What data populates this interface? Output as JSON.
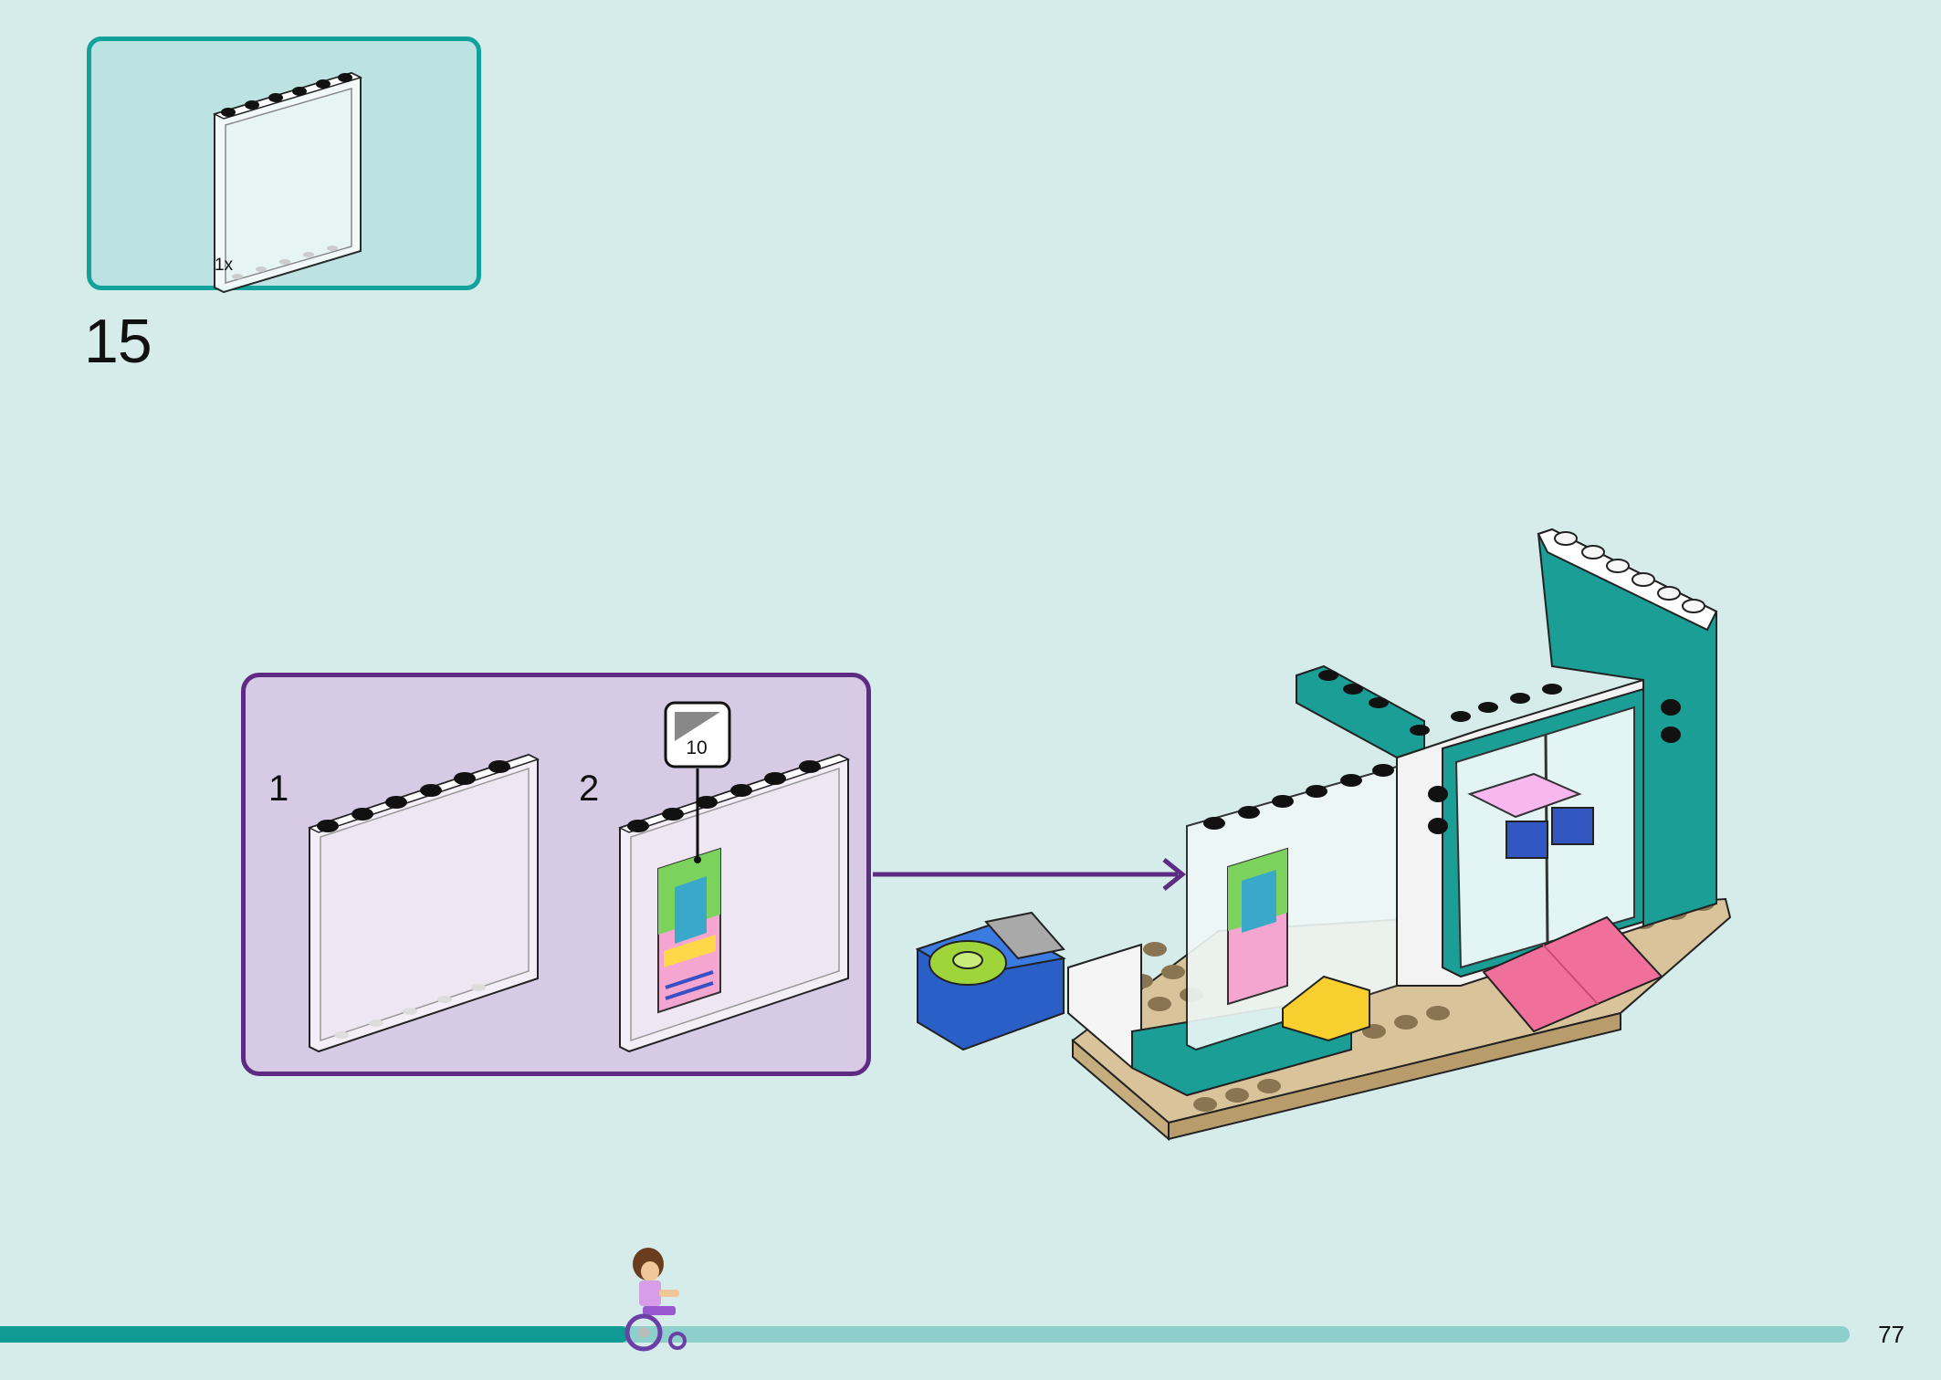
{
  "parts_callout": {
    "count_label": "1x",
    "part": "panel-icon"
  },
  "step": {
    "number": "15"
  },
  "sub_assembly": {
    "steps": [
      {
        "number": "1"
      },
      {
        "number": "2"
      }
    ],
    "sticker_number": "10"
  },
  "colors": {
    "background": "#d5ecea",
    "teal_accent": "#13a29b",
    "sub_box_border": "#5e2b83",
    "sub_box_fill": "#d6cae5",
    "arrow": "#5e2b83"
  },
  "progress": {
    "fraction": 0.34
  },
  "page": {
    "number": "77"
  }
}
